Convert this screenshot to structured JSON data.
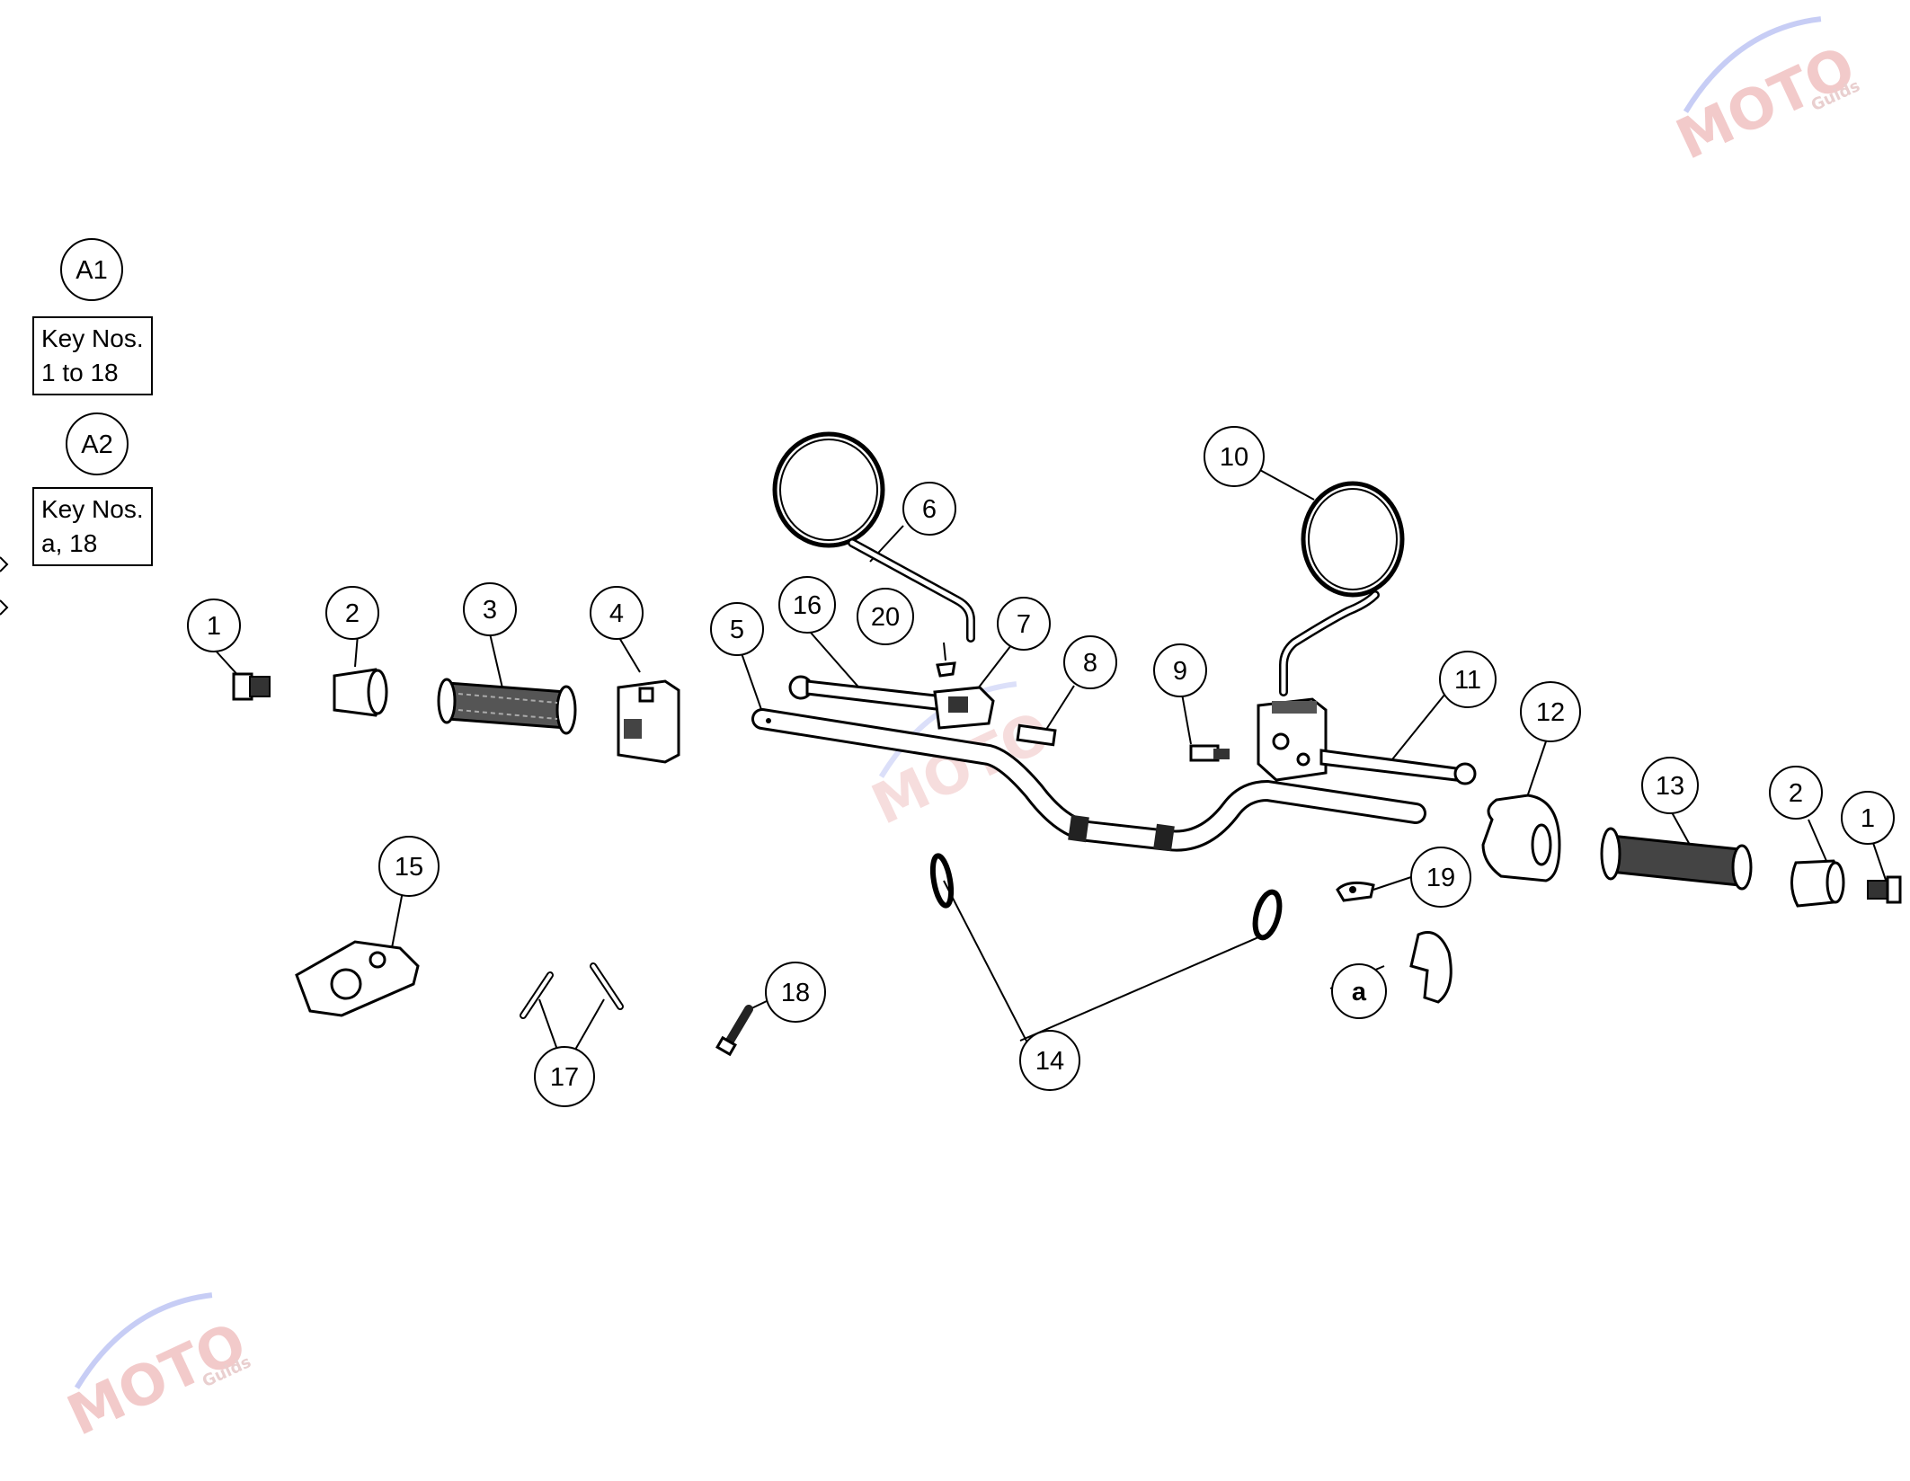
{
  "legend": {
    "group_a1": "A1",
    "group_a1_keys": [
      "Key Nos.",
      "1 to 18"
    ],
    "group_a2": "A2",
    "group_a2_keys": [
      "Key Nos.",
      "a, 18"
    ]
  },
  "callouts": {
    "c1_left": "1",
    "c2_left": "2",
    "c3": "3",
    "c4": "4",
    "c5": "5",
    "c6": "6",
    "c7": "7",
    "c8": "8",
    "c9": "9",
    "c10": "10",
    "c11": "11",
    "c12": "12",
    "c13": "13",
    "c2_right": "2",
    "c1_right": "1",
    "c14": "14",
    "c15": "15",
    "c16": "16",
    "c17": "17",
    "c18": "18",
    "c19": "19",
    "c20": "20",
    "ca": "a"
  },
  "watermark": {
    "logo_text": "MOTO",
    "sub_text": "Guids"
  }
}
